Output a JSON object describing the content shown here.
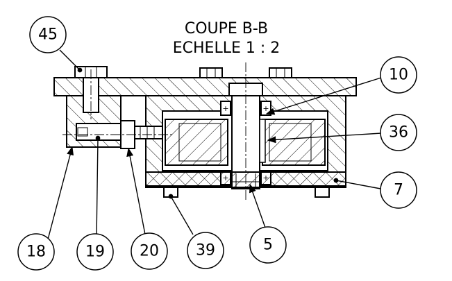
{
  "title": {
    "line1": "COUPE B-B",
    "line2": "ECHELLE 1 : 2"
  },
  "balloons": [
    {
      "id": "b45",
      "label": "45"
    },
    {
      "id": "b10",
      "label": "10"
    },
    {
      "id": "b36",
      "label": "36"
    },
    {
      "id": "b7",
      "label": "7"
    },
    {
      "id": "b18",
      "label": "18"
    },
    {
      "id": "b19",
      "label": "19"
    },
    {
      "id": "b20",
      "label": "20"
    },
    {
      "id": "b39",
      "label": "39"
    },
    {
      "id": "b5",
      "label": "5"
    }
  ]
}
